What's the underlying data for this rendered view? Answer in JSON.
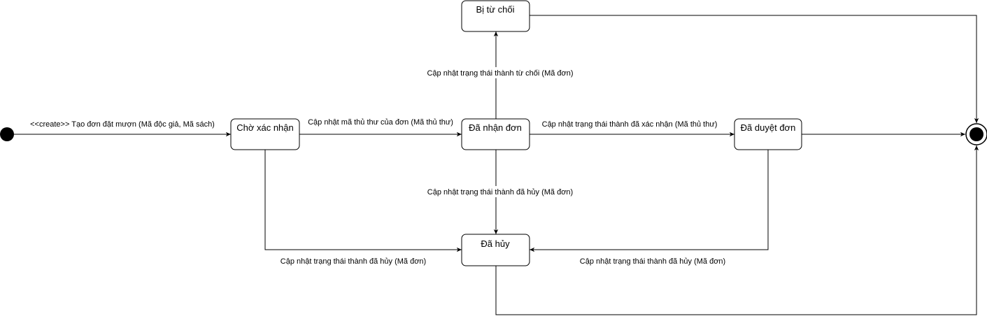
{
  "states": {
    "cho_xac_nhan": "Chờ xác nhận",
    "da_nhan_don": "Đã nhận đơn",
    "bi_tu_choi": "Bị từ chối",
    "da_duyet_don": "Đã duyệt đơn",
    "da_huy": "Đã hủy"
  },
  "transitions": {
    "create": "<<create>> Tạo đơn đặt mượn (Mã độc giả, Mã sách)",
    "update_librarian": "Cập nhật mã thủ thư của đơn (Mã thủ thư)",
    "to_confirmed": "Cập nhật trạng thái thành đã xác nhận (Mã thủ thư)",
    "to_rejected": "Cập nhật trạng thái thành từ chối (Mã đơn)",
    "received_to_cancel": "Cập nhật trạng thái thành đã hủy (Mã đơn)",
    "pending_to_cancel": "Cập nhật trạng thái thành đã hủy (Mã đơn)",
    "approved_to_cancel": "Cập nhật trạng thái thành đã hủy (Mã đơn)"
  }
}
